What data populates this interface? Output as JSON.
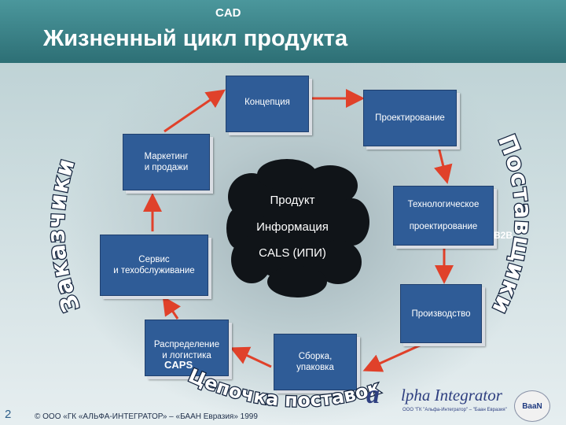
{
  "slide": {
    "top_label": "CAD",
    "title": "Жизненный цикл  продукта",
    "page_number": "2",
    "footer": "© ООО «ГК «АЛЬФА-ИНТЕГРАТОР» – «БААН Евразия» 1999"
  },
  "cloud": {
    "lines": [
      "Продукт",
      "Информация",
      "CALS (ИПИ)"
    ]
  },
  "boxes": {
    "concept": "Концепция",
    "design": "Проектирование",
    "tech_design": "Технологическое\n\nпроектирование",
    "production": "Производство",
    "assembly": "Сборка,\nупаковка",
    "distribution": "Распределение\nи логистика",
    "service": "Сервис\nи техобслуживание",
    "marketing": "Маркетинг\nи продажи"
  },
  "labels": {
    "b2b": "B2B",
    "caps": "CAPS",
    "customers": "Заказчики",
    "suppliers": "Поставщики",
    "supply_chain": "Цепочка поставок"
  },
  "logo": {
    "brand": "lpha Integrator",
    "brand_initial": "a",
    "sub": "ООО \"ГК \"Альфа-Интегратор\" – \"Баан Евразия\"",
    "seal": "BaaN"
  },
  "colors": {
    "box_fill": "#2f5c97",
    "arrow": "#e0412a",
    "header": "#2d6f75"
  }
}
